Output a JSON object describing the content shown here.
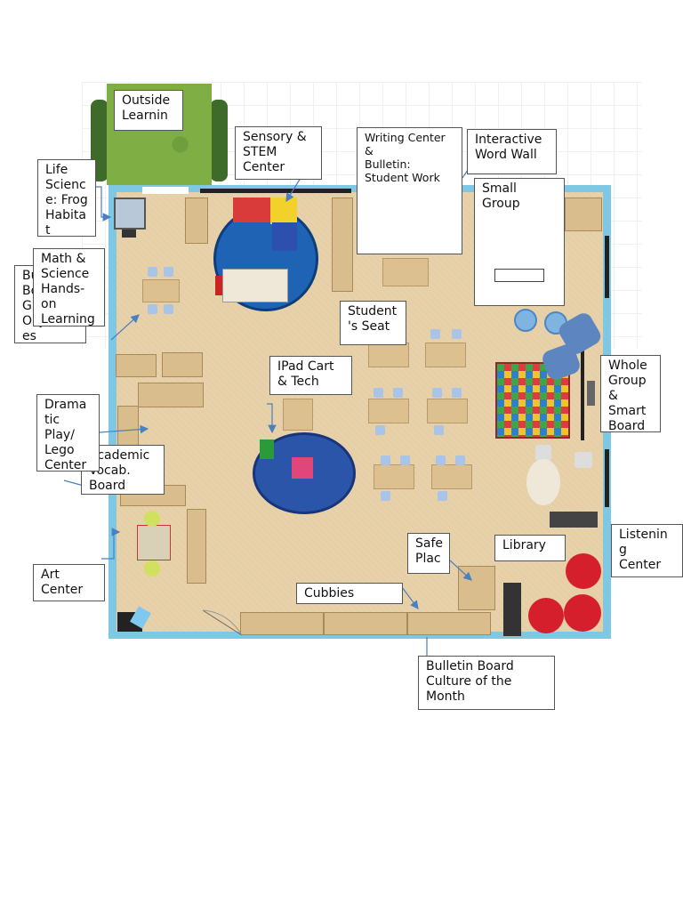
{
  "labels": {
    "outside_learning": "Outside\nLearnin",
    "sensory_stem": "Sensory &\nSTEM\nCenter",
    "writing_center": "Writing Center\n&\nBulletin:\nStudent Work",
    "interactive_word_wall": "Interactive\nWord Wall",
    "small_group": "Small\nGroup",
    "life_science": "Life\nScienc\ne: Frog\nHabita\nt",
    "math_science": "Math &\nScience\nHands-\non\nLearning",
    "bulletin_board_partial": "Bu\nBo\nG\nObject\nes",
    "students_seat": "Student\n's Seat",
    "ipad_cart": "IPad Cart\n& Tech",
    "dramatic_play": "Drama\ntic\nPlay/\nLego\nCenter",
    "academic_vocab": "Academic\nVocab.\nBoard",
    "whole_group": "Whole\nGroup\n&\nSmart\nBoard",
    "safe_place": "Safe\nPlac",
    "library": "Library",
    "listening": "Listenin\ng\nCenter",
    "art_center": "Art\nCenter",
    "cubbies": "Cubbies",
    "bulletin_culture": "Bulletin Board\nCulture of the\nMonth"
  },
  "colors": {
    "wall": "#7ec8e3",
    "floor": "#e6cfa6",
    "arrow": "#4a7fc1",
    "grass": "#7fae45"
  }
}
